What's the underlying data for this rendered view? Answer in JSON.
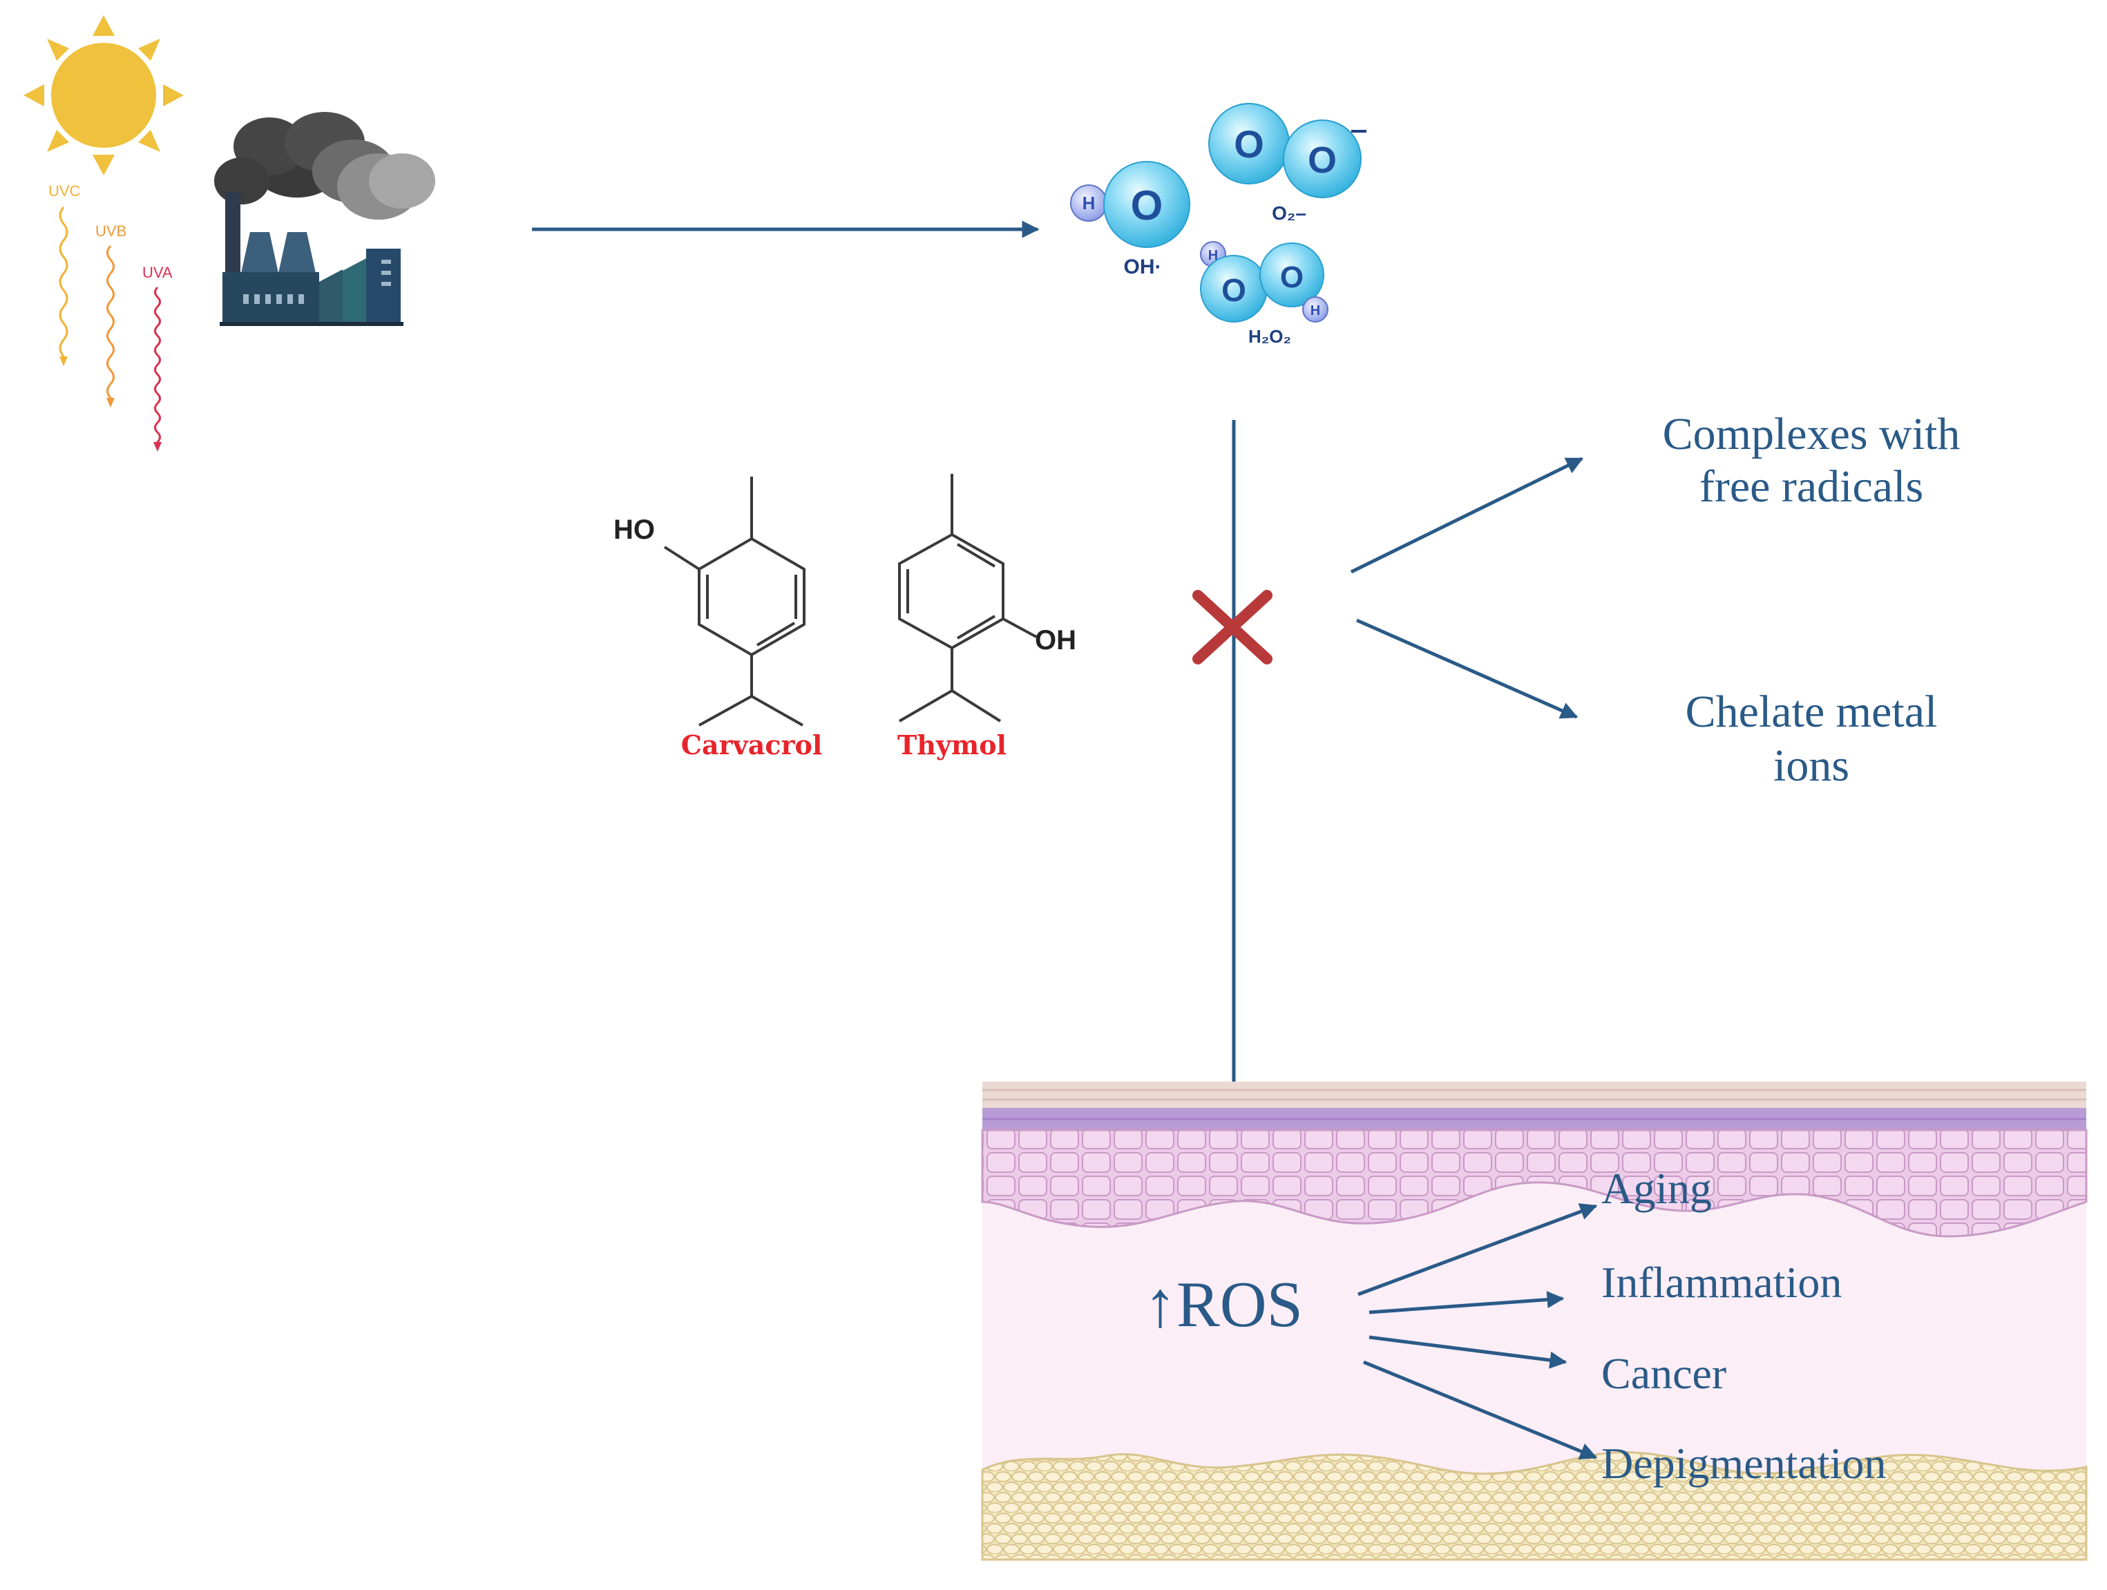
{
  "colors": {
    "arrow": "#2a5a87",
    "text": "#2a5a87",
    "block_x": "#b8393a",
    "sun": "#efc13c",
    "molecule_label": "#e8242b",
    "uvc": "#f2b234",
    "uvb": "#ef9a3a",
    "uva": "#d9314f"
  },
  "uv": {
    "uvc": "UVC",
    "uvb": "UVB",
    "uva": "UVA"
  },
  "ros_molecules": {
    "oh": "OH·",
    "o2": "O₂–",
    "h2o2": "H₂O₂"
  },
  "compounds": {
    "carvacrol": "Carvacrol",
    "thymol": "Thymol",
    "ho": "HO",
    "oh": "OH"
  },
  "mechanisms": {
    "complexes_line1": "Complexes with",
    "complexes_line2": "free radicals",
    "chelate_line1": "Chelate metal",
    "chelate_line2": "ions"
  },
  "ros": {
    "label": "↑ROS"
  },
  "effects": [
    "Aging",
    "Inflammation",
    "Cancer",
    "Depigmentation"
  ],
  "icons": [
    "sun-icon",
    "factory-icon",
    "x-block-icon",
    "skin-cross-section"
  ]
}
